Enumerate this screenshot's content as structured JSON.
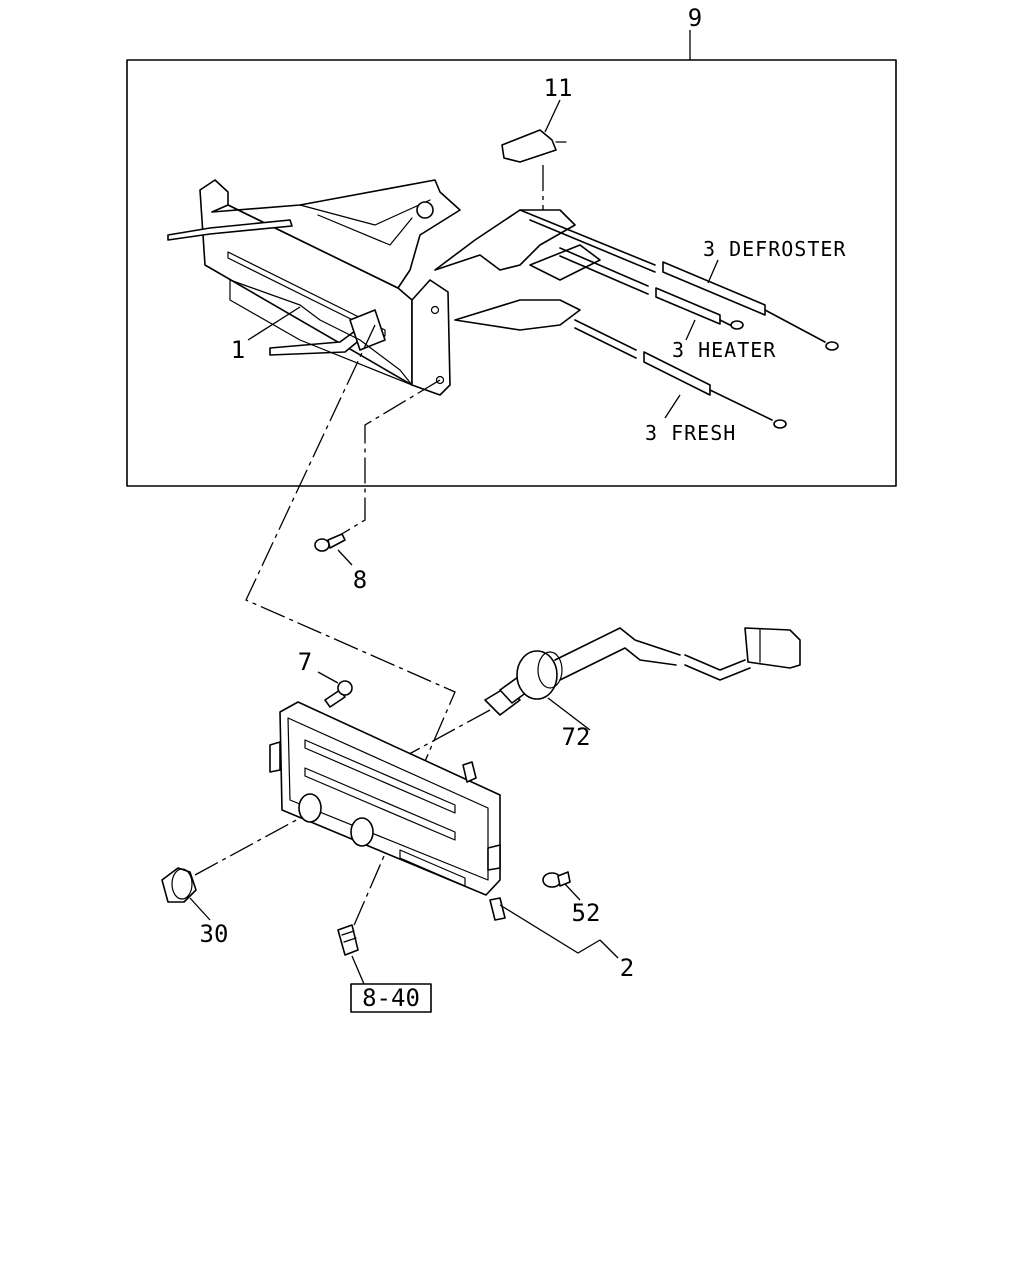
{
  "callouts": {
    "assembly": "9",
    "clip": "11",
    "bracket": "1",
    "cable_defroster": "3 DEFROSTER",
    "cable_heater": "3 HEATER",
    "cable_fresh": "3 FRESH",
    "screw_bracket": "8",
    "screw_panel": "7",
    "switch": "72",
    "knob": "30",
    "bulb": "52",
    "panel": "2",
    "reference": "8-40"
  }
}
